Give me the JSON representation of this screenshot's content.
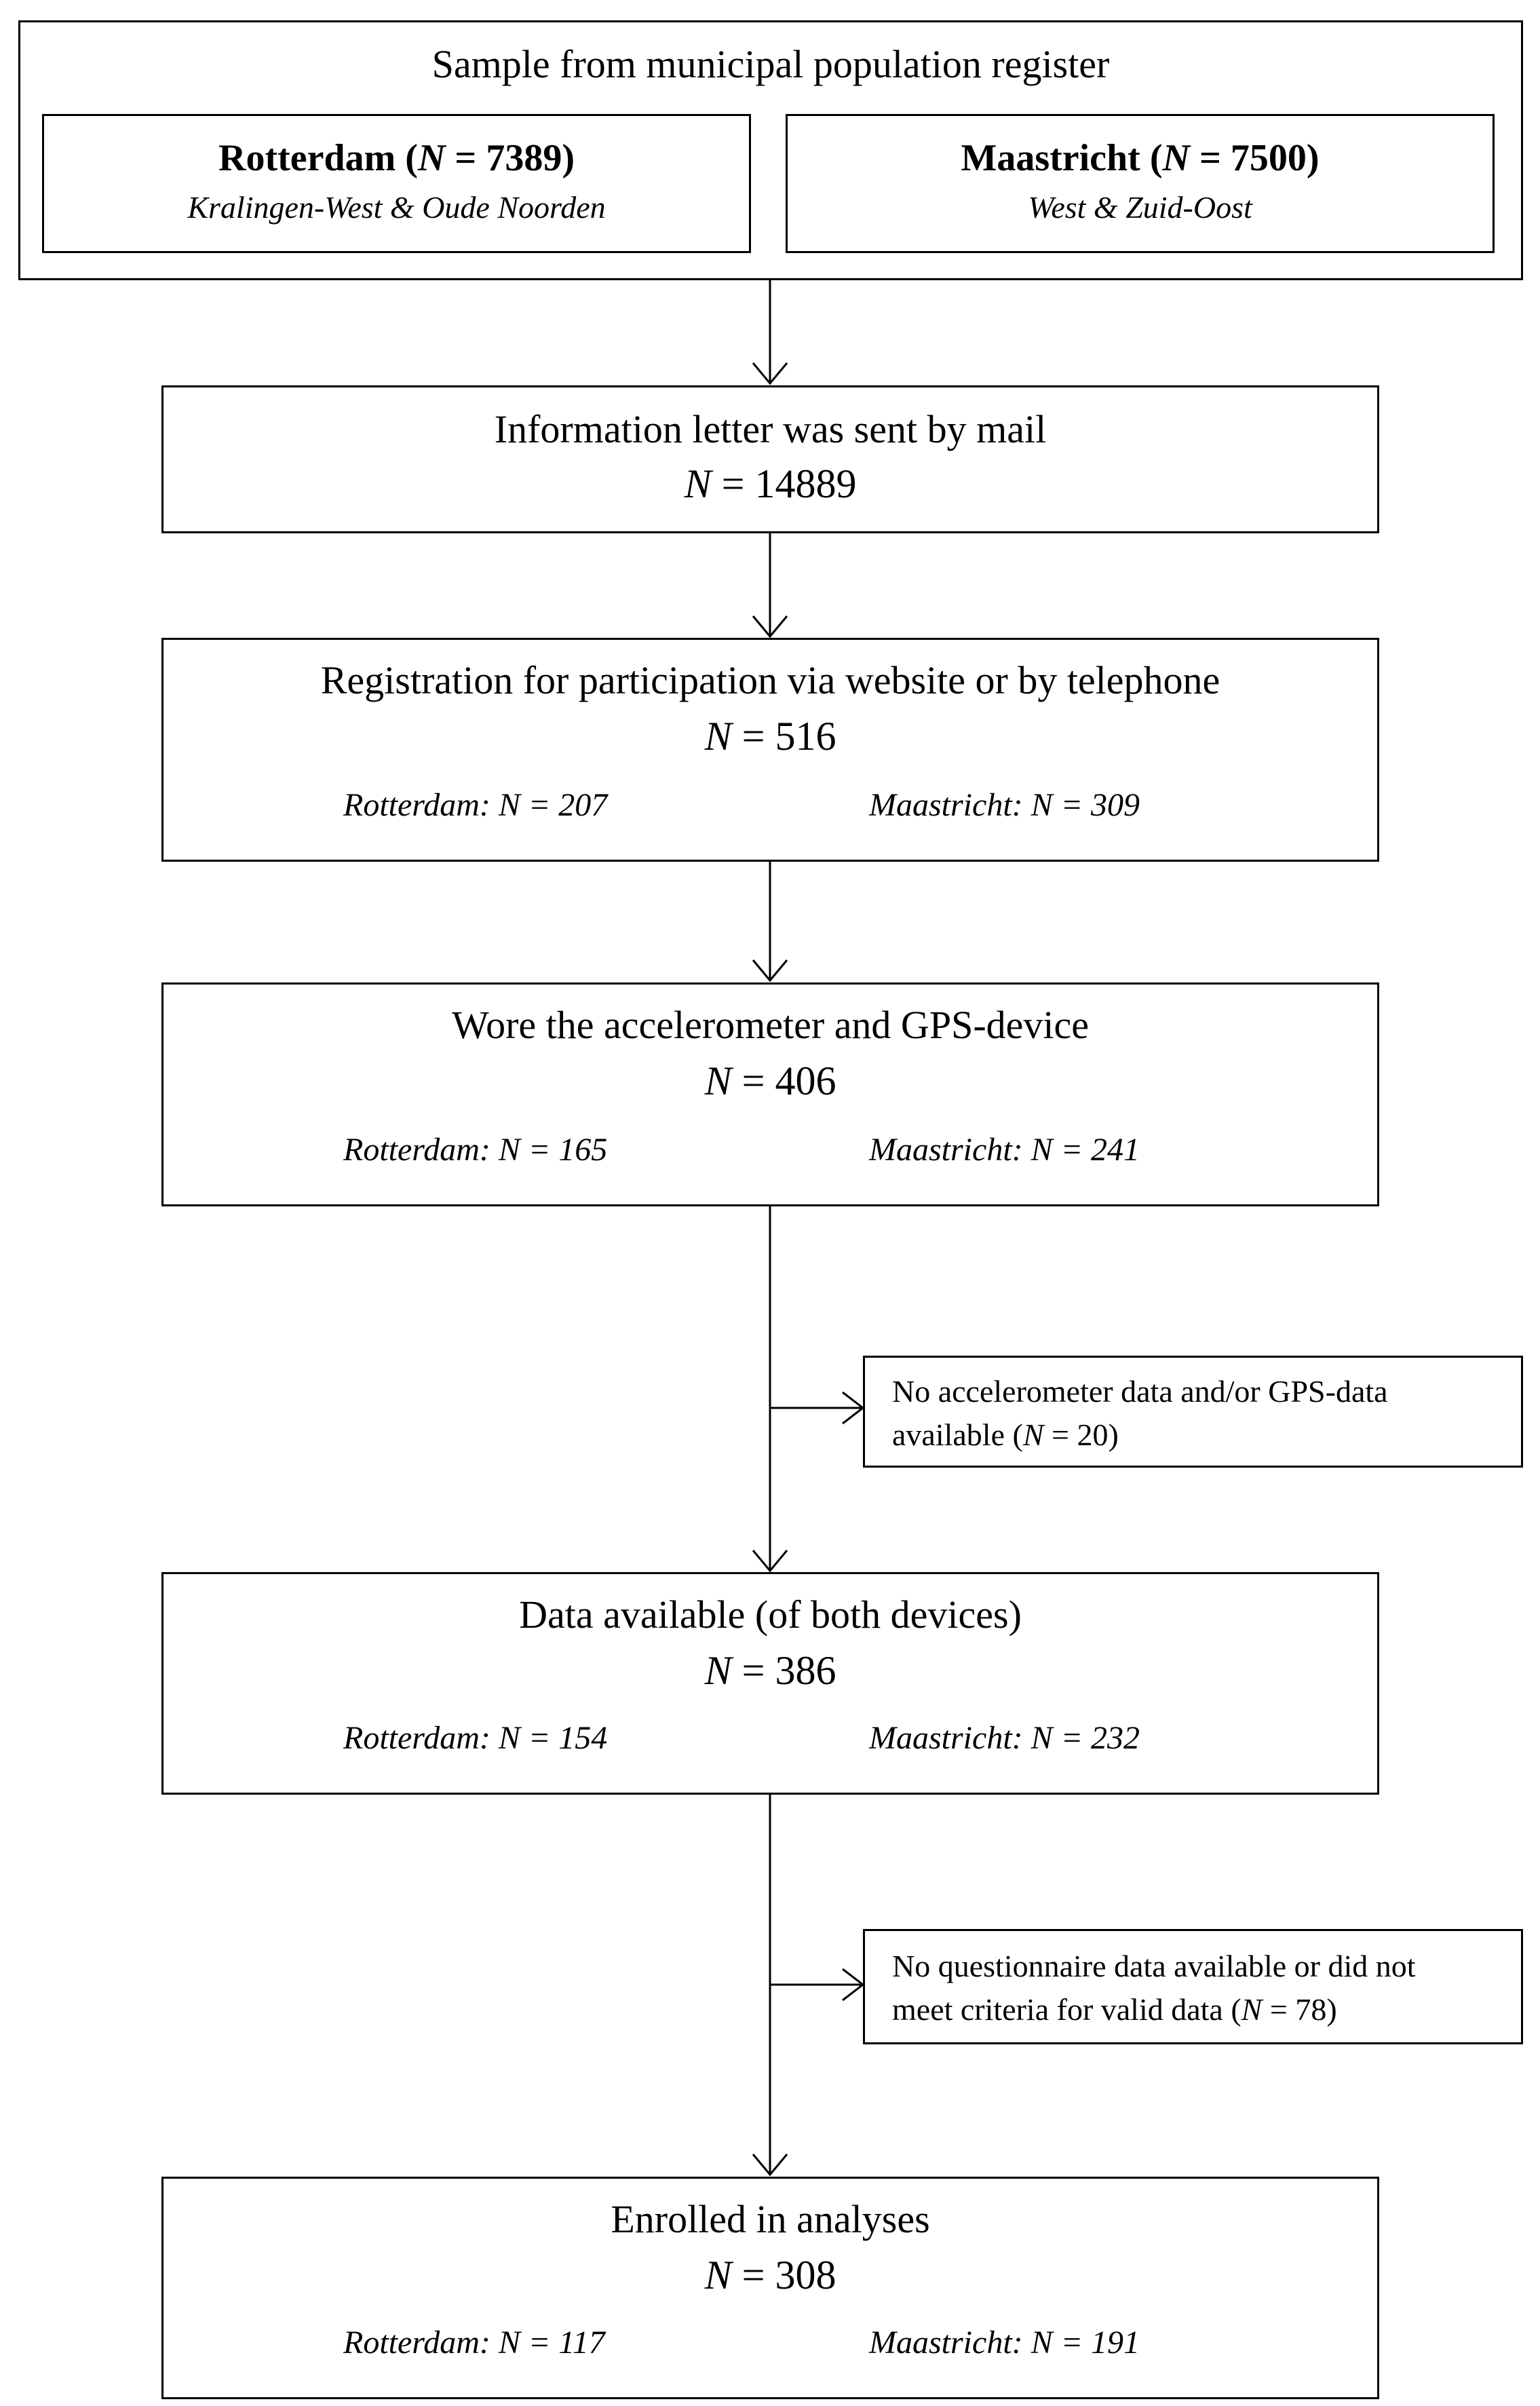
{
  "sample": {
    "title": "Sample from municipal population register",
    "rotterdam": {
      "city": "Rotterdam",
      "n_label": "N",
      "n_value": "7389",
      "area": "Kralingen-West & Oude Noorden"
    },
    "maastricht": {
      "city": "Maastricht",
      "n_label": "N",
      "n_value": "7500",
      "area": "West & Zuid-Oost"
    }
  },
  "steps": [
    {
      "title": "Information letter was sent by mail",
      "n_value": "14889"
    },
    {
      "title": "Registration for participation via website or by telephone",
      "n_value": "516",
      "rotterdam": "Rotterdam: N = 207",
      "maastricht": "Maastricht: N = 309"
    },
    {
      "title": "Wore the accelerometer and GPS-device",
      "n_value": "406",
      "rotterdam": "Rotterdam: N = 165",
      "maastricht": "Maastricht: N = 241"
    },
    {
      "title": "Data available (of both devices)",
      "n_value": "386",
      "rotterdam": "Rotterdam: N = 154",
      "maastricht": "Maastricht: N = 232"
    },
    {
      "title": "Enrolled in analyses",
      "n_value": "308",
      "rotterdam": "Rotterdam: N = 117",
      "maastricht": "Maastricht: N = 191"
    }
  ],
  "exclusions": [
    {
      "line1": "No accelerometer data and/or GPS-data",
      "line2_prefix": "available (",
      "n_label": "N",
      "n_value": "20",
      "line2_suffix": ")"
    },
    {
      "line1": "No questionnaire data available or did not",
      "line2_prefix": "meet criteria for valid data (",
      "n_label": "N",
      "n_value": "78",
      "line2_suffix": ")"
    }
  ],
  "n_label": "N",
  "equals": " = "
}
